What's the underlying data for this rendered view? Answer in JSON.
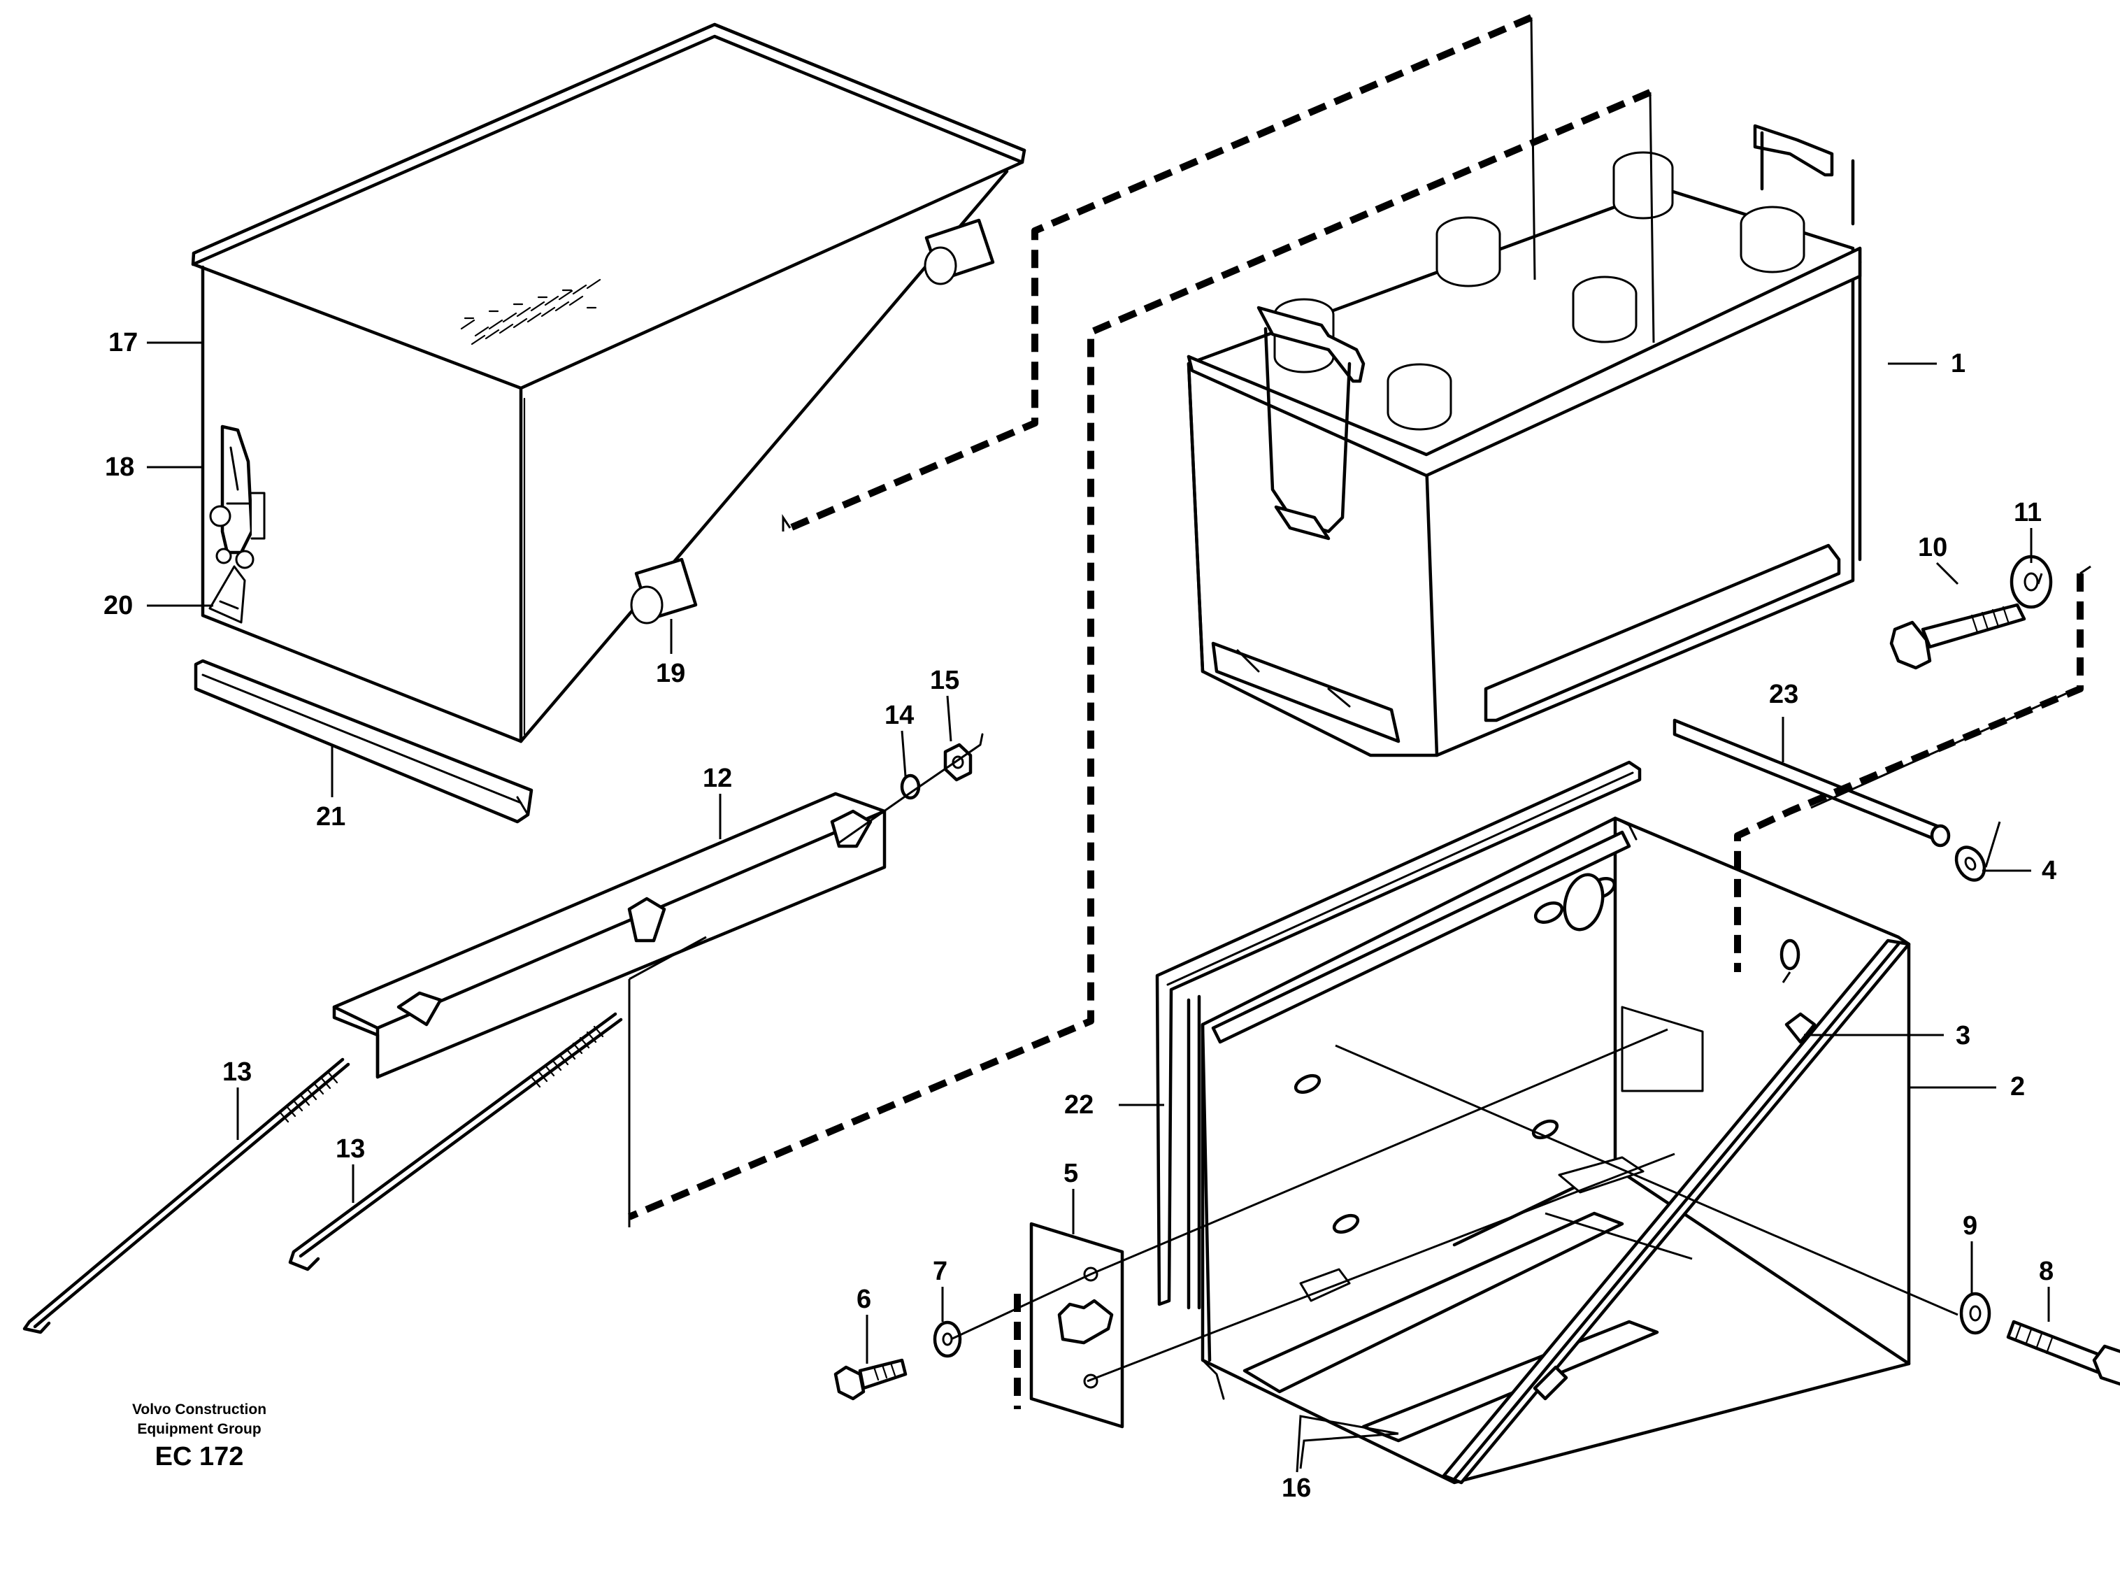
{
  "diagram": {
    "callouts": [
      {
        "id": "c1",
        "label": "1"
      },
      {
        "id": "c2",
        "label": "2"
      },
      {
        "id": "c3",
        "label": "3"
      },
      {
        "id": "c4",
        "label": "4"
      },
      {
        "id": "c5",
        "label": "5"
      },
      {
        "id": "c6",
        "label": "6"
      },
      {
        "id": "c7",
        "label": "7"
      },
      {
        "id": "c8",
        "label": "8"
      },
      {
        "id": "c9",
        "label": "9"
      },
      {
        "id": "c10",
        "label": "10"
      },
      {
        "id": "c11",
        "label": "11"
      },
      {
        "id": "c12",
        "label": "12"
      },
      {
        "id": "c13a",
        "label": "13"
      },
      {
        "id": "c13b",
        "label": "13"
      },
      {
        "id": "c14",
        "label": "14"
      },
      {
        "id": "c15",
        "label": "15"
      },
      {
        "id": "c16",
        "label": "16"
      },
      {
        "id": "c17",
        "label": "17"
      },
      {
        "id": "c18",
        "label": "18"
      },
      {
        "id": "c19",
        "label": "19"
      },
      {
        "id": "c20",
        "label": "20"
      },
      {
        "id": "c21",
        "label": "21"
      },
      {
        "id": "c22",
        "label": "22"
      },
      {
        "id": "c23",
        "label": "23"
      }
    ]
  },
  "footer": {
    "company_line1": "Volvo Construction",
    "company_line2": "Equipment Group",
    "code": "EC 172"
  }
}
